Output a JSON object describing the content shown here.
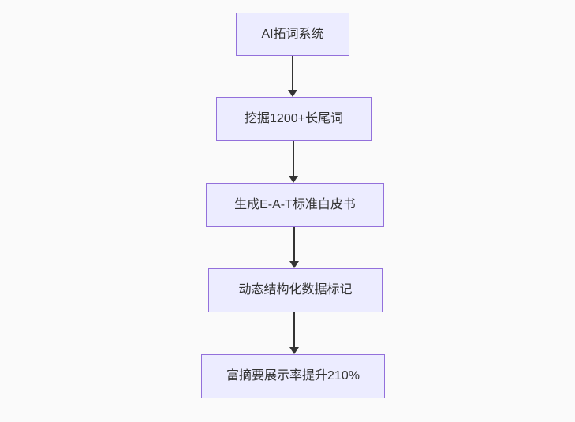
{
  "diagram": {
    "type": "flowchart",
    "direction": "top-down",
    "nodes": [
      {
        "id": "A",
        "label": "AI拓词系统"
      },
      {
        "id": "B",
        "label": "挖掘1200+长尾词"
      },
      {
        "id": "C",
        "label": "生成E-A-T标准白皮书"
      },
      {
        "id": "D",
        "label": "动态结构化数据标记"
      },
      {
        "id": "E",
        "label": "富摘要展示率提升210%"
      }
    ],
    "edges": [
      {
        "from": "A",
        "to": "B",
        "style": "arrow-down"
      },
      {
        "from": "B",
        "to": "C",
        "style": "arrow-down"
      },
      {
        "from": "C",
        "to": "D",
        "style": "arrow-down"
      },
      {
        "from": "D",
        "to": "E",
        "style": "arrow-down"
      }
    ]
  },
  "colors": {
    "node_fill": "#ececff",
    "node_border": "#9370db",
    "arrow": "#333333",
    "text": "#333333",
    "background": "#fafafa"
  }
}
